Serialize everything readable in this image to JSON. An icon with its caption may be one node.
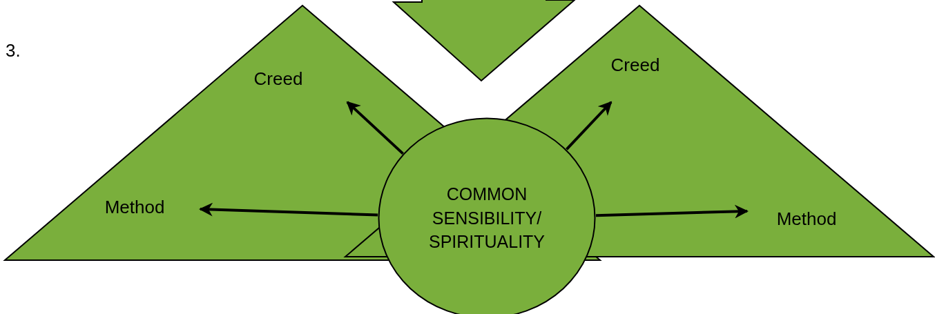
{
  "diagram": {
    "nodes": [
      {
        "text": [],
        "shape": "triangle"
      },
      {
        "text": [
          "Creed"
        ],
        "in": 0
      },
      {
        "text": [
          "Method"
        ],
        "in": 0
      },
      {
        "text": [],
        "shape": "triangle"
      },
      {
        "text": [
          "Creed"
        ],
        "in": 3
      },
      {
        "text": [
          "Method"
        ],
        "in": 3
      },
      {
        "text": [
          "COMMON SENSIBILITY/ SPIRITUALITY"
        ]
      },
      {
        "text": [],
        "shape": "arrow"
      }
    ],
    "edges": [
      {
        "from": 6,
        "to": 1,
        "arrow": "to"
      },
      {
        "from": 6,
        "to": 2,
        "arrow": "to"
      },
      {
        "from": 6,
        "to": 4,
        "arrow": "to"
      },
      {
        "from": 6,
        "to": 5,
        "arrow": "to"
      }
    ],
    "labels": [
      "3."
    ]
  }
}
